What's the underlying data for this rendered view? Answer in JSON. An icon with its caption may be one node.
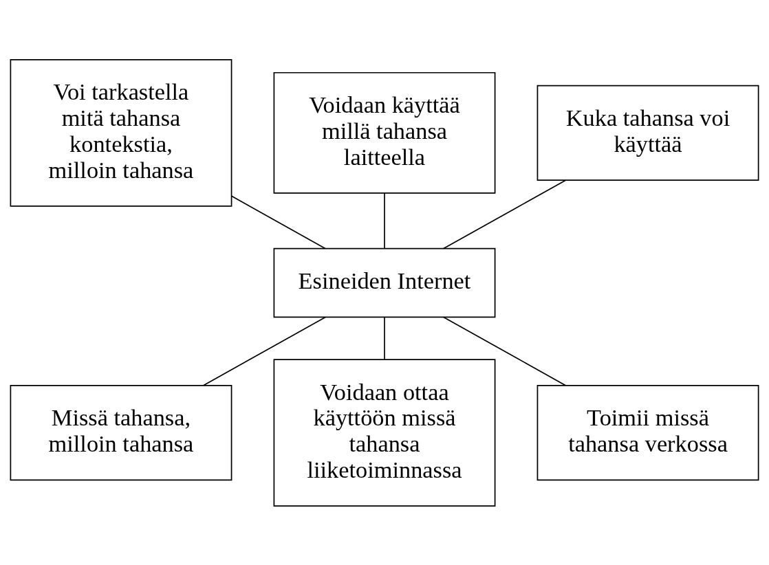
{
  "diagram": {
    "nodes": [
      {
        "text": [
          "Voi tarkastella mitä tahansa kontekstia, milloin tahansa"
        ]
      },
      {
        "text": [
          "Voidaan käyttää millä tahansa laitteella"
        ]
      },
      {
        "text": [
          "Kuka tahansa voi käyttää"
        ]
      },
      {
        "text": [
          "Esineiden Internet"
        ]
      },
      {
        "text": [
          "Missä tahansa, milloin tahansa"
        ]
      },
      {
        "text": [
          "Voidaan ottaa käyttöön missä tahansa liiketoiminnassa"
        ]
      },
      {
        "text": [
          "Toimii missä tahansa verkossa"
        ]
      }
    ],
    "edges": [
      {
        "from": 0,
        "to": 3,
        "arrow": "none"
      },
      {
        "from": 1,
        "to": 3,
        "arrow": "none"
      },
      {
        "from": 2,
        "to": 3,
        "arrow": "none"
      },
      {
        "from": 3,
        "to": 4,
        "arrow": "none"
      },
      {
        "from": 3,
        "to": 5,
        "arrow": "none"
      },
      {
        "from": 3,
        "to": 6,
        "arrow": "none"
      }
    ]
  }
}
